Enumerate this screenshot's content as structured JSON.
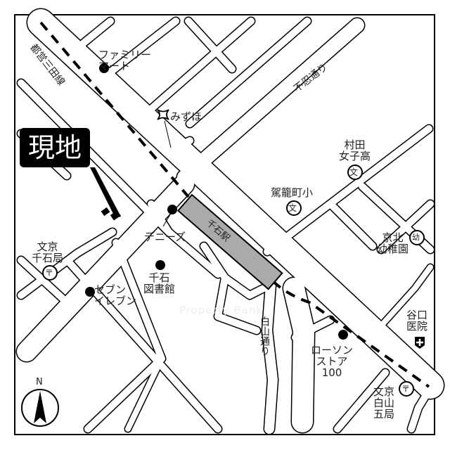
{
  "map": {
    "current_location_label": "現地",
    "north_label": "N",
    "watermark": "Property Bank",
    "railway": "都営三田線",
    "station": "千石駅",
    "streets": [
      "不忍通り",
      "白山通り"
    ],
    "places": [
      {
        "name": "ファミリー\nマート",
        "icon": "store-dot-icon"
      },
      {
        "name": "みずほ",
        "icon": "bank-icon"
      },
      {
        "name": "村田\n女子高",
        "icon": "school-icon"
      },
      {
        "name": "駕籠町小",
        "icon": "school-icon"
      },
      {
        "name": "デニーズ",
        "icon": "store-dot-icon"
      },
      {
        "name": "京北\n幼稚園",
        "icon": "kindergarten-icon"
      },
      {
        "name": "文京\n千石局",
        "icon": "post-office-icon"
      },
      {
        "name": "千石\n図書館",
        "icon": "library-dot-icon"
      },
      {
        "name": "セブン\nイレブン",
        "icon": "store-dot-icon"
      },
      {
        "name": "谷口\n医院",
        "icon": "hospital-icon"
      },
      {
        "name": "ローソン\nストア\n100",
        "icon": "store-dot-icon"
      },
      {
        "name": "文京\n白山\n五局",
        "icon": "post-office-icon"
      }
    ],
    "icon_glyphs": {
      "school": "文",
      "kindergarten": "幼",
      "post": "〒"
    }
  }
}
